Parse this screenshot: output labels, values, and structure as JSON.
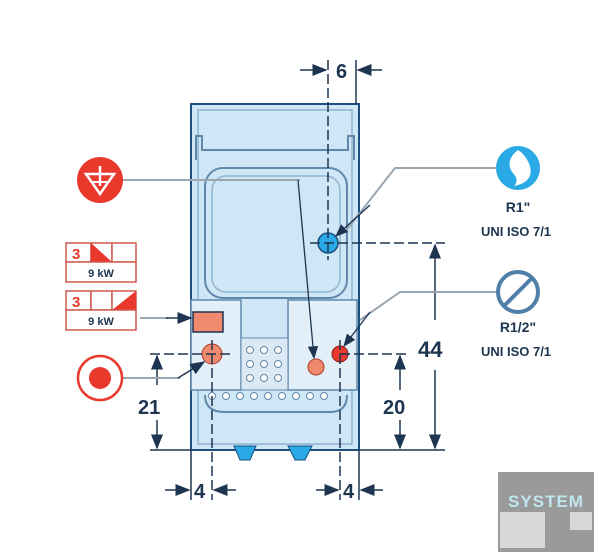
{
  "dimensions": {
    "top_offset": "6",
    "water_inlet_height": "44",
    "left_height": "21",
    "right_height": "20",
    "left_offset": "4",
    "right_offset": "4"
  },
  "connections": {
    "water_inlet": {
      "size": "R1\"",
      "standard": "UNI ISO 7/1",
      "icon": "water-inlet-icon"
    },
    "drain": {
      "size": "R1/2\"",
      "standard": "UNI ISO 7/1",
      "icon": "drain-icon"
    },
    "equipotential": {
      "icon": "equipotential-icon"
    },
    "electrical": {
      "icon": "electrical-connection-icon"
    }
  },
  "power": [
    {
      "phases": "3",
      "power": "9 kW"
    },
    {
      "phases": "3",
      "power": "9 kW"
    }
  ],
  "logo": {
    "text": "SYSTEM"
  },
  "colors": {
    "body": "#cfe6f6",
    "outline": "#1d4f7e",
    "accent_red": "#e8392c",
    "water_blue": "#29a9e6",
    "lead_line": "#9aa6b0"
  }
}
